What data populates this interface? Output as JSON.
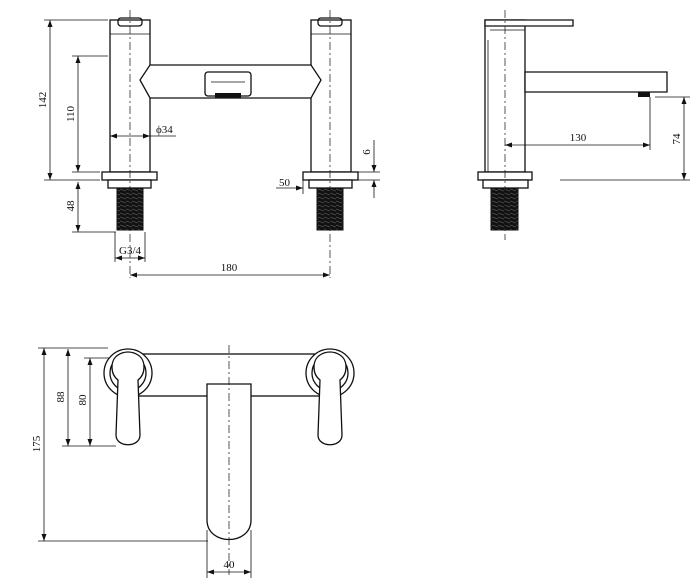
{
  "dimensions": {
    "front": {
      "overall_height": "142",
      "body_height": "110",
      "tail_length": "48",
      "pipe_diameter": "ϕ34",
      "base_thickness": "6",
      "base_width": "50",
      "thread": "G3/4",
      "centres": "180"
    },
    "side": {
      "spout_reach": "130",
      "spout_height": "74"
    },
    "top": {
      "overall_depth": "175",
      "handle_depth_outer": "88",
      "handle_depth_inner": "80",
      "spout_width": "40"
    }
  },
  "colors": {
    "line": "#111111",
    "thread": "#111111",
    "background": "#ffffff"
  }
}
